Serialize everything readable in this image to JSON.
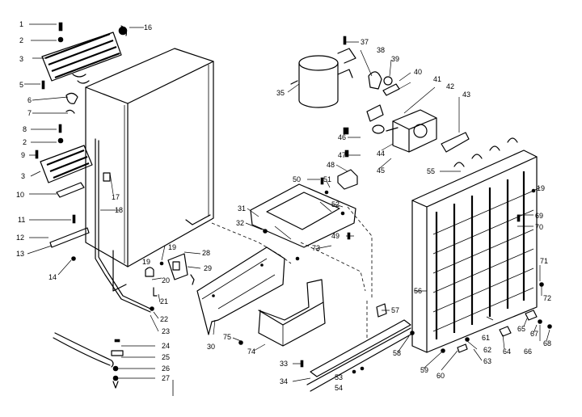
{
  "callouts": [
    {
      "id": "c1",
      "text": "1"
    },
    {
      "id": "c2",
      "text": "2"
    },
    {
      "id": "c3",
      "text": "3"
    },
    {
      "id": "c5",
      "text": "5"
    },
    {
      "id": "c6",
      "text": "6"
    },
    {
      "id": "c7",
      "text": "7"
    },
    {
      "id": "c8",
      "text": "8"
    },
    {
      "id": "c2b",
      "text": "2"
    },
    {
      "id": "c9",
      "text": "9"
    },
    {
      "id": "c3b",
      "text": "3"
    },
    {
      "id": "c10",
      "text": "10"
    },
    {
      "id": "c11",
      "text": "11"
    },
    {
      "id": "c12",
      "text": "12"
    },
    {
      "id": "c13",
      "text": "13"
    },
    {
      "id": "c14",
      "text": "14"
    },
    {
      "id": "c16",
      "text": "16"
    },
    {
      "id": "c17",
      "text": "17"
    },
    {
      "id": "c18",
      "text": "18"
    },
    {
      "id": "c19",
      "text": "19"
    },
    {
      "id": "c20",
      "text": "20"
    },
    {
      "id": "c21",
      "text": "21"
    },
    {
      "id": "c22",
      "text": "22"
    },
    {
      "id": "c23",
      "text": "23"
    },
    {
      "id": "c24",
      "text": "24"
    },
    {
      "id": "c25",
      "text": "25"
    },
    {
      "id": "c26",
      "text": "26"
    },
    {
      "id": "c27",
      "text": "27"
    },
    {
      "id": "c28",
      "text": "28"
    },
    {
      "id": "c29",
      "text": "29"
    },
    {
      "id": "c30",
      "text": "30"
    },
    {
      "id": "c31",
      "text": "31"
    },
    {
      "id": "c32",
      "text": "32"
    },
    {
      "id": "c33",
      "text": "33"
    },
    {
      "id": "c34",
      "text": "34"
    },
    {
      "id": "c35",
      "text": "35"
    },
    {
      "id": "c37",
      "text": "37"
    },
    {
      "id": "c38",
      "text": "38"
    },
    {
      "id": "c39",
      "text": "39"
    },
    {
      "id": "c40",
      "text": "40"
    },
    {
      "id": "c41",
      "text": "41"
    },
    {
      "id": "c42",
      "text": "42"
    },
    {
      "id": "c43",
      "text": "43"
    },
    {
      "id": "c44",
      "text": "44"
    },
    {
      "id": "c45",
      "text": "45"
    },
    {
      "id": "c46",
      "text": "46"
    },
    {
      "id": "c47",
      "text": "47"
    },
    {
      "id": "c48",
      "text": "48"
    },
    {
      "id": "c49",
      "text": "49"
    },
    {
      "id": "c50",
      "text": "50"
    },
    {
      "id": "c51",
      "text": "51"
    },
    {
      "id": "c52",
      "text": "52"
    },
    {
      "id": "c53",
      "text": "53"
    },
    {
      "id": "c54",
      "text": "54"
    },
    {
      "id": "c55",
      "text": "55"
    },
    {
      "id": "c56",
      "text": "56"
    },
    {
      "id": "c57",
      "text": "57"
    },
    {
      "id": "c58",
      "text": "58"
    },
    {
      "id": "c59",
      "text": "59"
    },
    {
      "id": "c60",
      "text": "60"
    },
    {
      "id": "c61",
      "text": "61"
    },
    {
      "id": "c62",
      "text": "62"
    },
    {
      "id": "c63",
      "text": "63"
    },
    {
      "id": "c64",
      "text": "64"
    },
    {
      "id": "c65",
      "text": "65"
    },
    {
      "id": "c66",
      "text": "66"
    },
    {
      "id": "c67",
      "text": "67"
    },
    {
      "id": "c68",
      "text": "68"
    },
    {
      "id": "c69",
      "text": "69"
    },
    {
      "id": "c70",
      "text": "70"
    },
    {
      "id": "c71",
      "text": "71"
    },
    {
      "id": "c72",
      "text": "72"
    },
    {
      "id": "c73",
      "text": "73"
    },
    {
      "id": "c74",
      "text": "74"
    },
    {
      "id": "c75",
      "text": "75"
    },
    {
      "id": "c19b",
      "text": "19"
    },
    {
      "id": "c19c",
      "text": "19"
    }
  ]
}
